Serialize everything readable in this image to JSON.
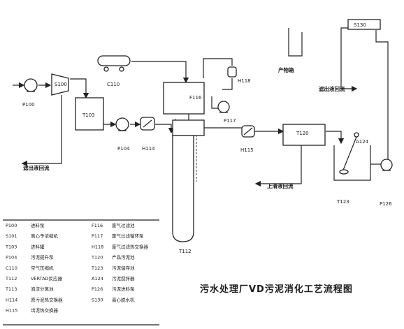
{
  "diagram": {
    "title": "污水处理厂VD污泥消化工艺流程图",
    "equipment_labels": {
      "p100": "P100",
      "s100": "S100",
      "c110": "C110",
      "t103": "T103",
      "p104": "P104",
      "h114": "H114",
      "f116": "F116",
      "h118": "H118",
      "p117": "P117",
      "t112": "T112",
      "h115": "H115",
      "t120": "T120",
      "a124": "A124",
      "t123": "T123",
      "p126": "P126",
      "s130": "S130"
    },
    "stream_labels": {
      "filtrate_return_left": "滤出液回流",
      "filtrate_return_right": "滤出液回流",
      "supernatant_return": "上清液回流",
      "product": "产物箱"
    },
    "legend": {
      "rows": [
        {
          "code_a": "P100",
          "name_a": "进料泵",
          "code_b": "F116",
          "name_b": "废气过滤池"
        },
        {
          "code_a": "S101",
          "name_a": "离心予浓缩机",
          "code_b": "P117",
          "name_b": "废气过滤循环泵"
        },
        {
          "code_a": "T103",
          "name_a": "进料罐",
          "code_b": "H118",
          "name_b": "废气过滤热交换器"
        },
        {
          "code_a": "P104",
          "name_a": "污泥提升泵",
          "code_b": "T120",
          "name_b": "产品污泥池"
        },
        {
          "code_a": "C110",
          "name_a": "空气压缩机",
          "code_b": "T123",
          "name_b": "污泥储存池"
        },
        {
          "code_a": "T112",
          "name_a": "VERTAD反应器",
          "code_b": "A124",
          "name_b": "污泥搅拌器"
        },
        {
          "code_a": "T113",
          "name_a": "泡沫分离池",
          "code_b": "P126",
          "name_b": "污泥进料泵"
        },
        {
          "code_a": "H114",
          "name_a": "原污泥热交换器",
          "code_b": "S130",
          "name_b": "离心脱水机"
        },
        {
          "code_a": "H115",
          "name_a": "出泥热交换器",
          "code_b": "",
          "name_b": ""
        }
      ]
    }
  }
}
